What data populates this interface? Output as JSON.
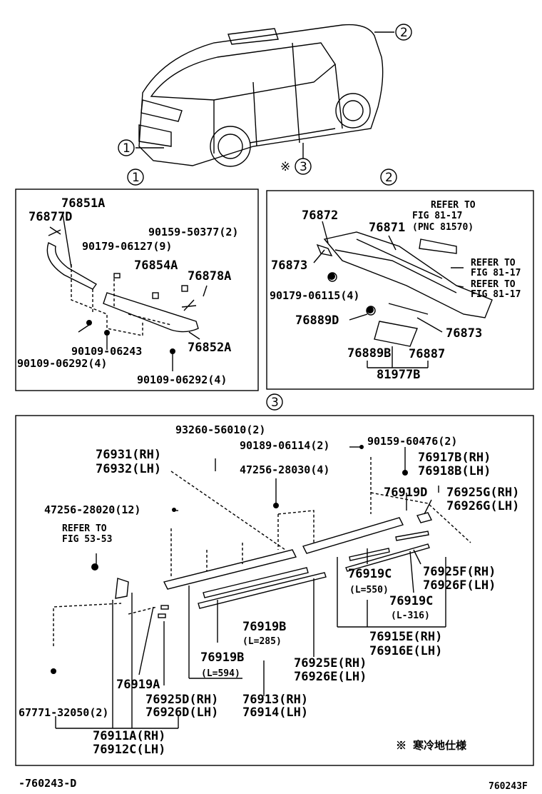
{
  "callouts": {
    "c1": "1",
    "c2": "2",
    "c3": "3",
    "mark": "※"
  },
  "panel1": {
    "p76851A": "76851A",
    "p76877D": "76877D",
    "p90159_50377": "90159-50377(2)",
    "p90179_06127": "90179-06127(9)",
    "p76854A": "76854A",
    "p76878A": "76878A",
    "p90109_06243": "90109-06243",
    "p76852A": "76852A",
    "p90109_06292a": "90109-06292(4)",
    "p90109_06292b": "90109-06292(4)"
  },
  "panel2": {
    "refer1_a": "REFER TO",
    "refer1_b": "FIG 81-17",
    "refer1_c": "(PNC 81570)",
    "p76872": "76872",
    "p76871": "76871",
    "p76873a": "76873",
    "refer2_a": "REFER TO",
    "refer2_b": "FIG 81-17",
    "refer3_a": "REFER TO",
    "refer3_b": "FIG 81-17",
    "p90179_06115": "90179-06115(4)",
    "p76889D": "76889D",
    "p76873b": "76873",
    "p76889B": "76889B",
    "p76887": "76887",
    "p81977B": "81977B"
  },
  "panel3": {
    "p93260": "93260-56010(2)",
    "p90189": "90189-06114(2)",
    "p90159_60476": "90159-60476(2)",
    "p76931": "76931(RH)",
    "p76932": "76932(LH)",
    "p47256_28030": "47256-28030(4)",
    "p76917B": "76917B(RH)",
    "p76918B": "76918B(LH)",
    "p76919D": "76919D",
    "p76925G": "76925G(RH)",
    "p76926G": "76926G(LH)",
    "p47256_28020": "47256-28020(12)",
    "refer_a": "REFER TO",
    "refer_b": "FIG 53-53",
    "p76919C_a": "76919C",
    "l550": "(L=550)",
    "p76925F": "76925F(RH)",
    "p76926F": "76926F(LH)",
    "p76919C_b": "76919C",
    "l316": "(L-316)",
    "p76915E": "76915E(RH)",
    "p76916E": "76916E(LH)",
    "p76919B_a": "76919B",
    "l285": "(L=285)",
    "p76919B_b": "76919B",
    "l594": "(L=594)",
    "p76925E": "76925E(RH)",
    "p76926E": "76926E(LH)",
    "p76919A": "76919A",
    "p76925D": "76925D(RH)",
    "p76926D": "76926D(LH)",
    "p76913": "76913(RH)",
    "p76914": "76914(LH)",
    "p67771": "67771-32050(2)",
    "p76911A": "76911A(RH)",
    "p76912C": "76912C(LH)",
    "note": "※ 寒冷地仕様"
  },
  "footer": {
    "left": "-760243-D",
    "right": "760243F"
  }
}
